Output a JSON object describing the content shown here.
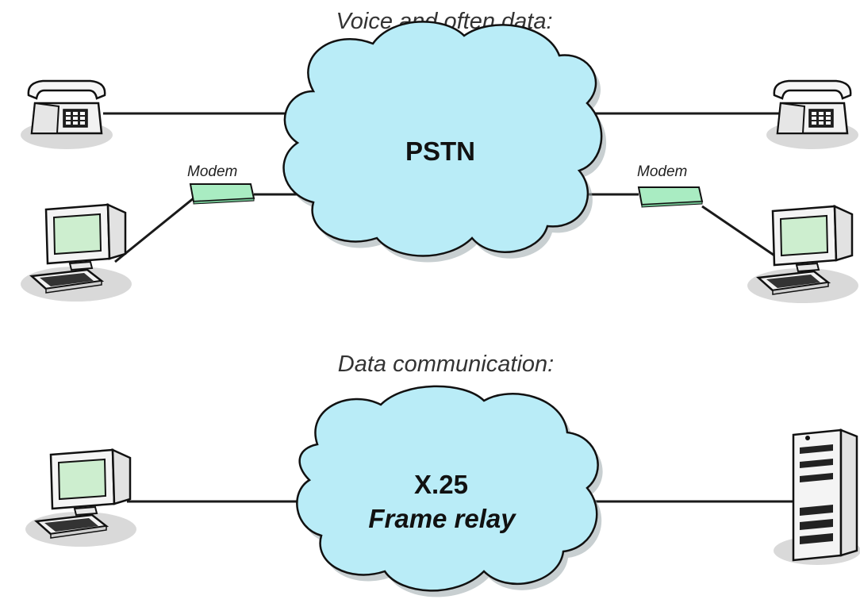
{
  "top_section": {
    "caption": "Voice and often data:",
    "network_label": "PSTN",
    "modem_left_label": "Modem",
    "modem_right_label": "Modem"
  },
  "bottom_section": {
    "caption": "Data communication:",
    "network_line1": "X.25",
    "network_line2": "Frame relay"
  },
  "icons": {
    "phone": "telephone-icon",
    "computer": "computer-icon",
    "modem": "modem-icon",
    "server": "server-icon",
    "cloud": "cloud-icon"
  },
  "colors": {
    "cloud_fill": "#b9ecf7",
    "screen_fill": "#cdeecf",
    "modem_fill": "#a9ecc2",
    "shadow": "#d6d6d6"
  }
}
